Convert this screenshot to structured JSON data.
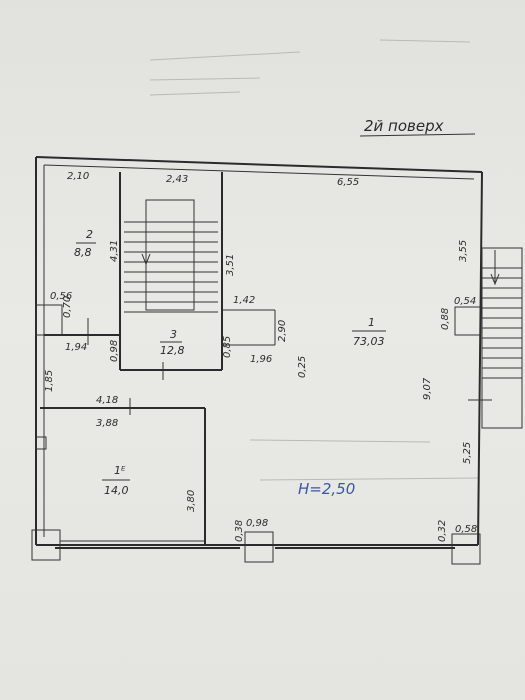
{
  "title": "2й поверх",
  "height_note": "H=2,50",
  "rooms": [
    {
      "number": "2",
      "area": "8,8"
    },
    {
      "number": "3",
      "area": "12,8"
    },
    {
      "number": "1",
      "area": "73,03"
    },
    {
      "number": "1ᴱ",
      "area": "14,0"
    }
  ],
  "dimensions": [
    "2,10",
    "2,43",
    "6,55",
    "3,55",
    "4,31",
    "3,51",
    "0,56",
    "0,70",
    "1,94",
    "0,98",
    "1,42",
    "2,90",
    "0,85",
    "1,96",
    "0,25",
    "0,54",
    "0,88",
    "9,07",
    "1,85",
    "4,18",
    "3,88",
    "3,80",
    "5,25",
    "0,38",
    "0,98",
    "0,32",
    "0,58"
  ]
}
